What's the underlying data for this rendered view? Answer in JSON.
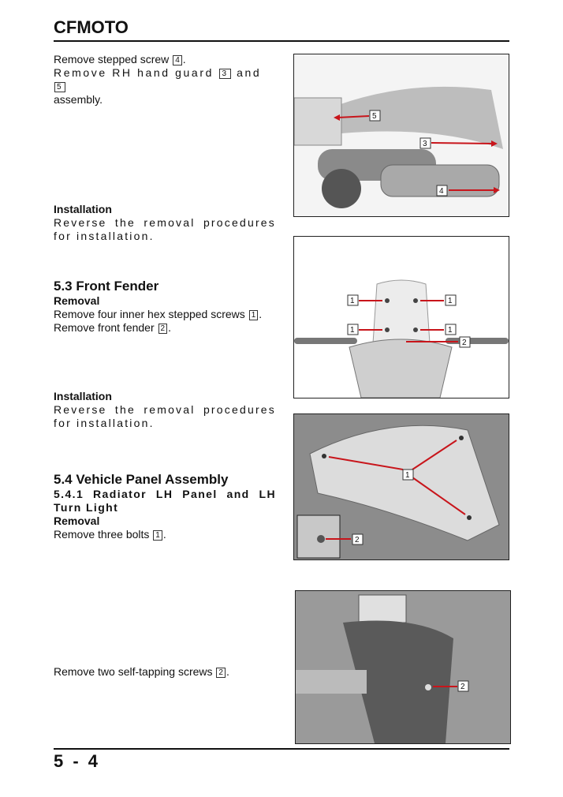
{
  "header": {
    "brand": "CFMOTO"
  },
  "section_prev": {
    "line1": "Remove stepped screw",
    "n1": "4",
    "line2a": "Remove RH hand guard",
    "n2": "3",
    "line2b": "and",
    "n3": "5",
    "line3": "assembly.",
    "install_heading": "Installation",
    "install_text": "Reverse the removal procedures for installation."
  },
  "section_5_3": {
    "title": "5.3 Front Fender",
    "removal_heading": "Removal",
    "step1": "Remove four inner hex stepped screws",
    "n1": "1",
    "step2": "Remove front fender",
    "n2": "2",
    "install_heading": "Installation",
    "install_text": "Reverse the removal procedures for installation."
  },
  "section_5_4": {
    "title": "5.4 Vehicle Panel Assembly",
    "subtitle": "5.4.1 Radiator LH Panel and LH Turn Light",
    "removal_heading": "Removal",
    "step1": "Remove three bolts",
    "n1": "1",
    "step2": "Remove two self-tapping screws",
    "n2": "2"
  },
  "figures": {
    "fig1_callouts": [
      "5",
      "3",
      "4"
    ],
    "fig2_callouts": [
      "1",
      "1",
      "1",
      "1",
      "2"
    ],
    "fig3_callouts": [
      "1",
      "2"
    ],
    "fig4_callouts": [
      "2"
    ]
  },
  "footer": {
    "page": "5 - 4"
  },
  "colors": {
    "arrow": "#c8151b"
  }
}
